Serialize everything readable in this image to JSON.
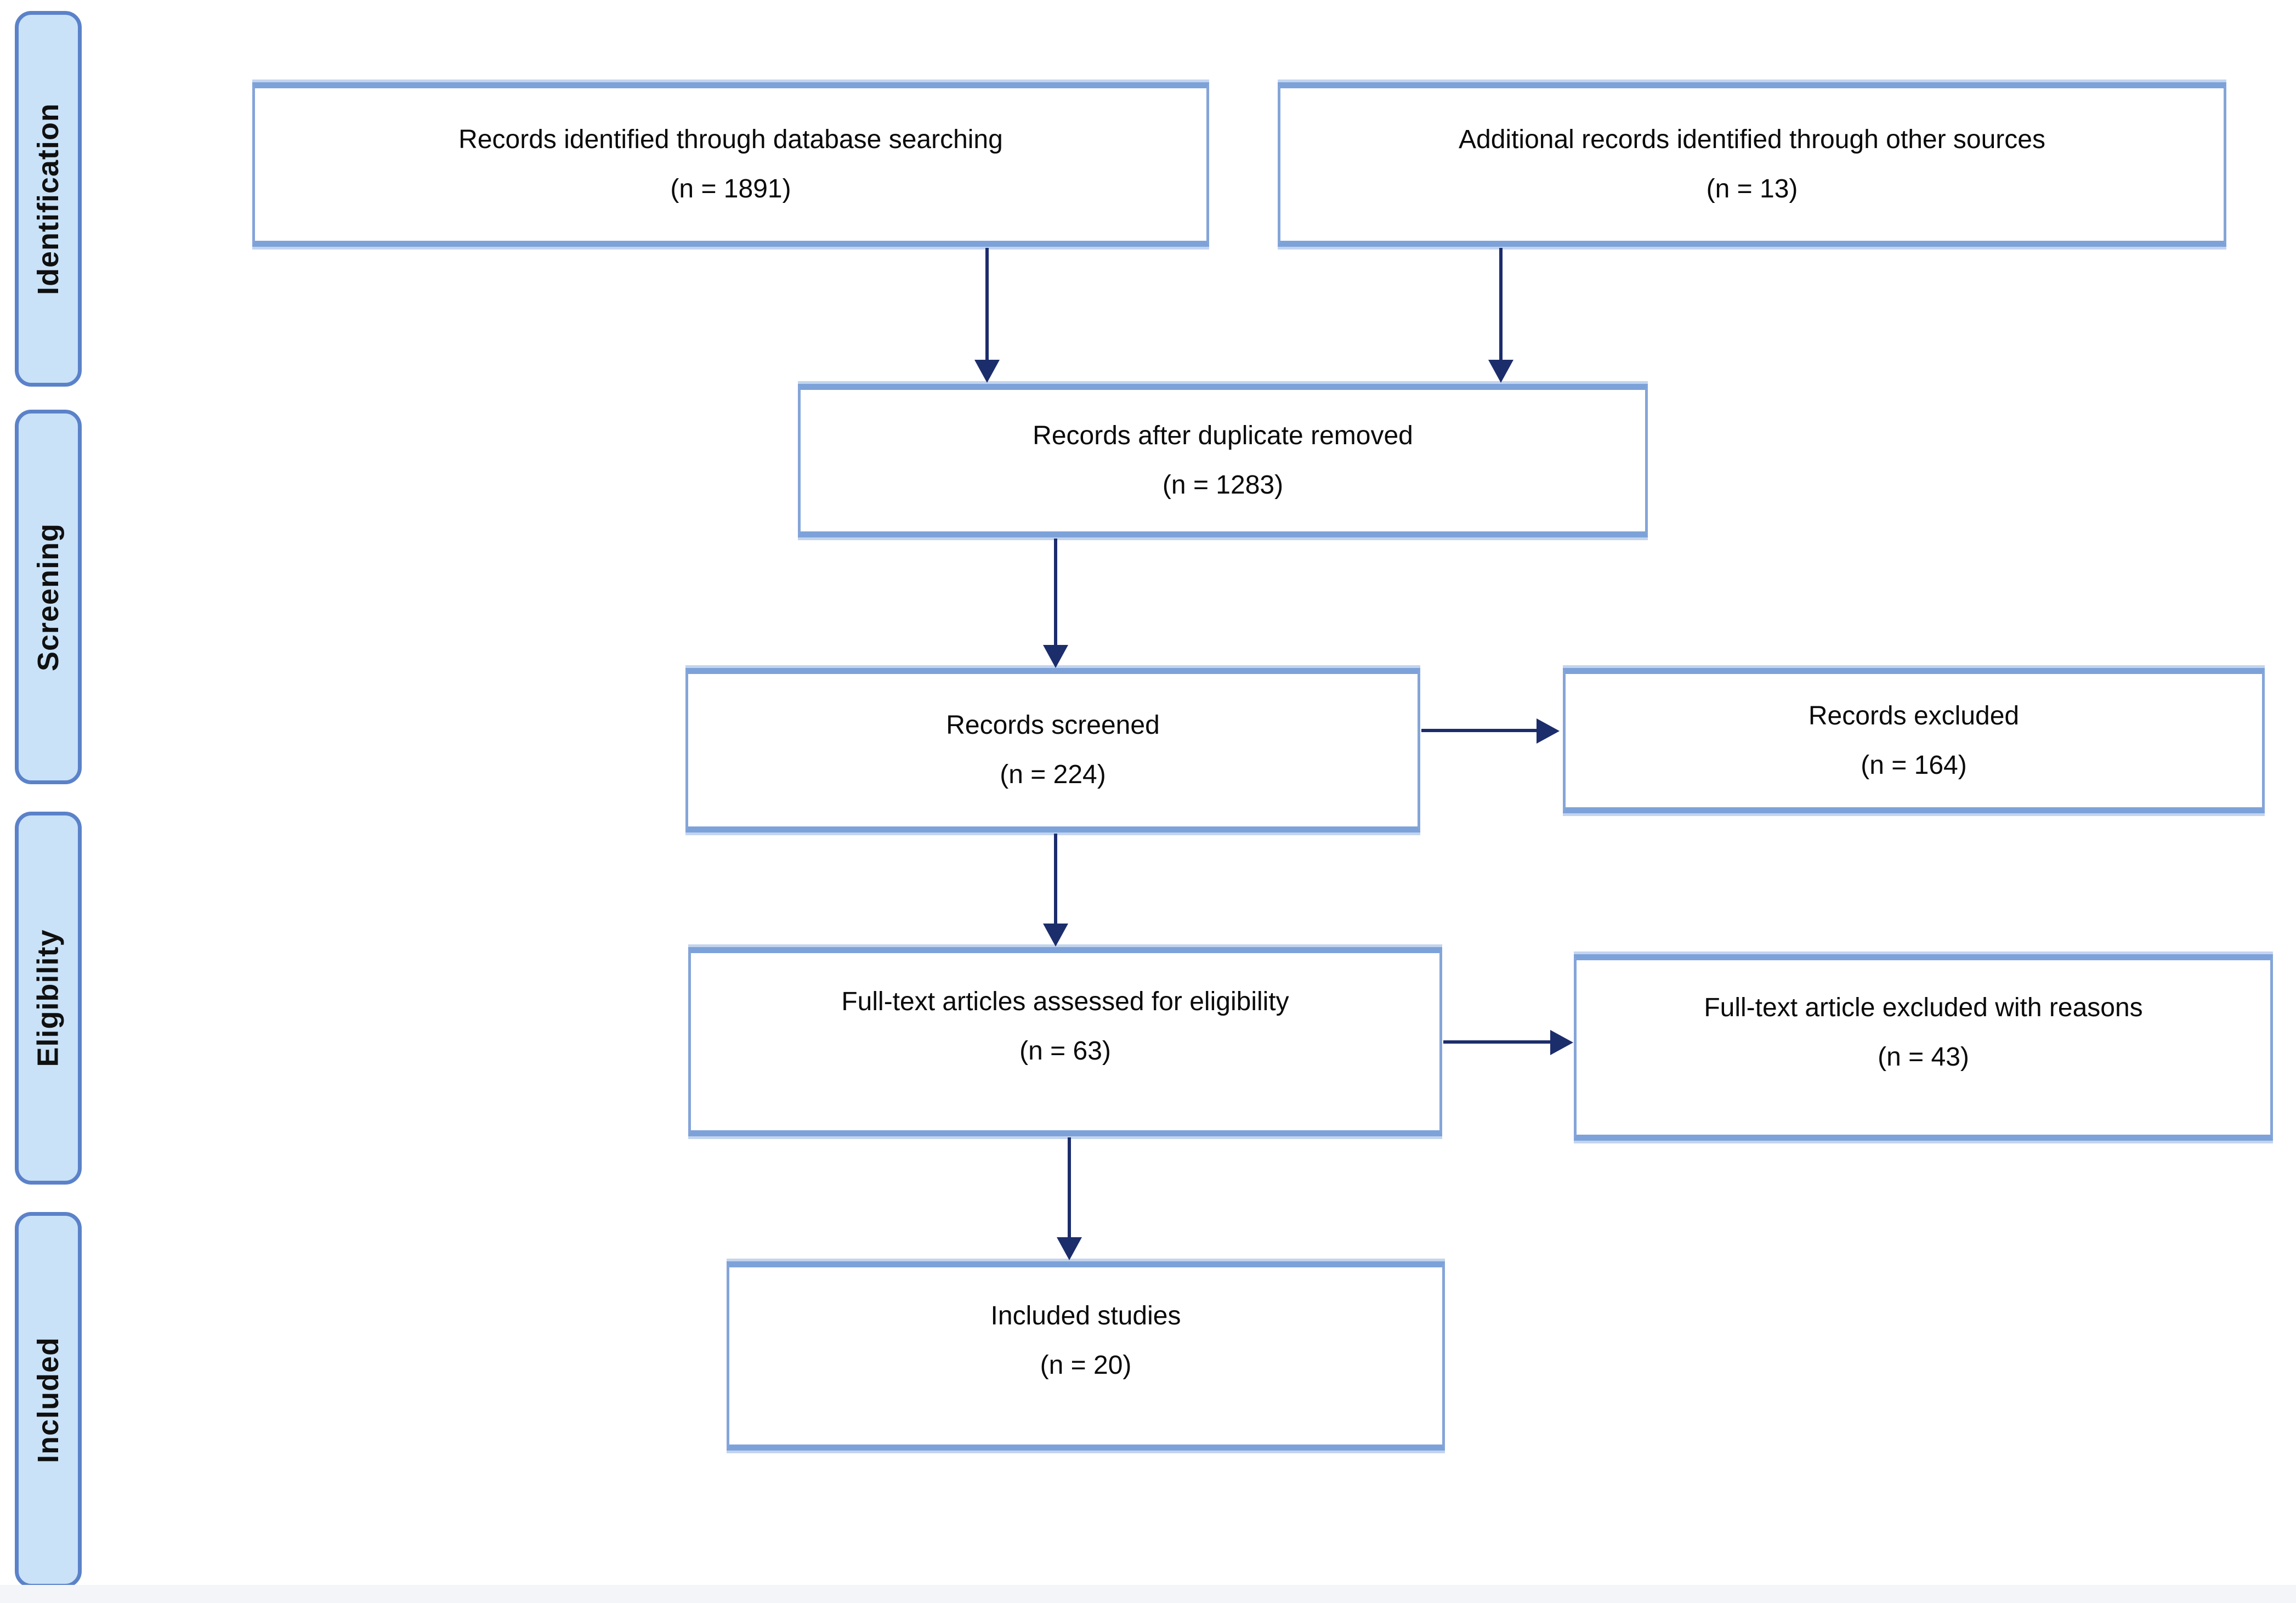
{
  "diagram": {
    "type": "prisma-flow",
    "stages": {
      "identification": {
        "label": "Identification"
      },
      "screening": {
        "label": "Screening"
      },
      "eligibility": {
        "label": "Eligibility"
      },
      "included": {
        "label": "Included"
      }
    },
    "nodes": {
      "db_search": {
        "label": "Records identified through database searching",
        "count": "(n = 1891)"
      },
      "other_sources": {
        "label": "Additional records identified through other sources",
        "count": "(n = 13)"
      },
      "after_duplicates": {
        "label": "Records after duplicate removed",
        "count": "(n = 1283)"
      },
      "screened": {
        "label": "Records screened",
        "count": "(n = 224)"
      },
      "excluded": {
        "label": "Records excluded",
        "count": "(n = 164)"
      },
      "fulltext": {
        "label": "Full-text articles assessed for eligibility",
        "count": "(n = 63)"
      },
      "fulltext_excluded": {
        "label": "Full-text article excluded with reasons",
        "count": "(n = 43)"
      },
      "included_studies": {
        "label": "Included studies",
        "count": "(n = 20)"
      }
    },
    "edges": [
      {
        "from": "db_search",
        "to": "after_duplicates"
      },
      {
        "from": "other_sources",
        "to": "after_duplicates"
      },
      {
        "from": "after_duplicates",
        "to": "screened"
      },
      {
        "from": "screened",
        "to": "excluded"
      },
      {
        "from": "screened",
        "to": "fulltext"
      },
      {
        "from": "fulltext",
        "to": "fulltext_excluded"
      },
      {
        "from": "fulltext",
        "to": "included_studies"
      }
    ],
    "colors": {
      "background": "#ffffff",
      "box_border_horizontal": "#7da2d9",
      "box_border_vertical": "#85a5d8",
      "box_border_halo": "#c3d4ee",
      "sidebar_fill": "#c9e2f8",
      "sidebar_border": "#5b82c9",
      "arrow": "#1c2d6b",
      "text": "#0a0a0a",
      "footer_strip": "#f3f5f8"
    }
  }
}
